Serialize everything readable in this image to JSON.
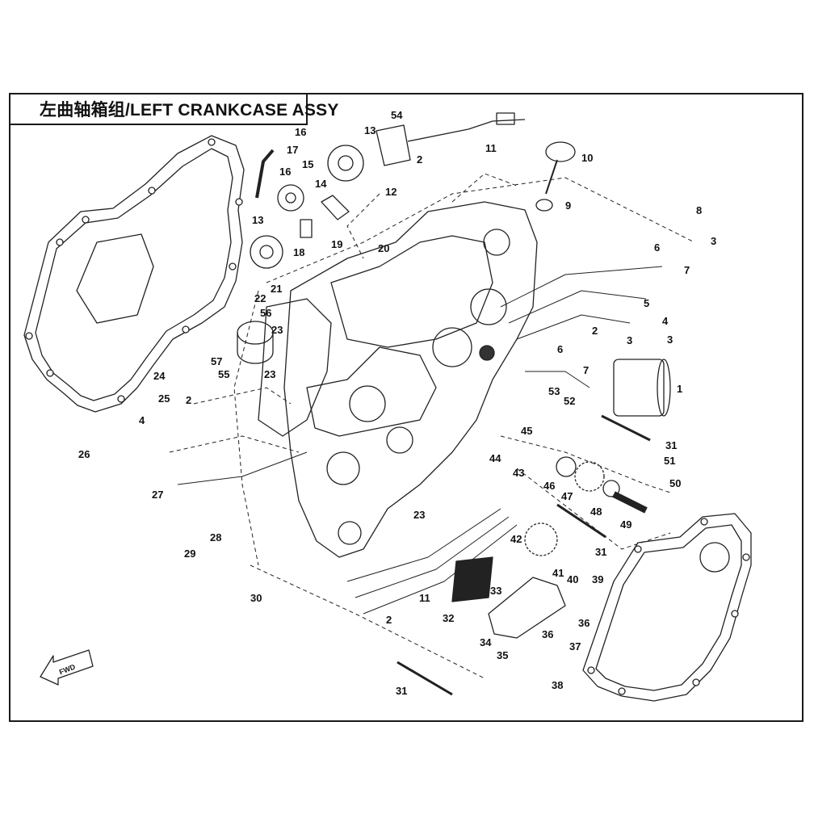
{
  "title": "左曲轴箱组/LEFT CRANKCASE ASSY",
  "direction_label": "FWD",
  "callouts": [
    {
      "id": "c1",
      "label": "1"
    },
    {
      "id": "c2a",
      "label": "2"
    },
    {
      "id": "c2b",
      "label": "2"
    },
    {
      "id": "c2c",
      "label": "2"
    },
    {
      "id": "c2d",
      "label": "2"
    },
    {
      "id": "c3a",
      "label": "3"
    },
    {
      "id": "c3b",
      "label": "3"
    },
    {
      "id": "c3c",
      "label": "3"
    },
    {
      "id": "c4a",
      "label": "4"
    },
    {
      "id": "c4b",
      "label": "4"
    },
    {
      "id": "c5",
      "label": "5"
    },
    {
      "id": "c6a",
      "label": "6"
    },
    {
      "id": "c6b",
      "label": "6"
    },
    {
      "id": "c7a",
      "label": "7"
    },
    {
      "id": "c7b",
      "label": "7"
    },
    {
      "id": "c8",
      "label": "8"
    },
    {
      "id": "c9",
      "label": "9"
    },
    {
      "id": "c10",
      "label": "10"
    },
    {
      "id": "c11a",
      "label": "11"
    },
    {
      "id": "c11b",
      "label": "11"
    },
    {
      "id": "c12",
      "label": "12"
    },
    {
      "id": "c13a",
      "label": "13"
    },
    {
      "id": "c13b",
      "label": "13"
    },
    {
      "id": "c14",
      "label": "14"
    },
    {
      "id": "c15",
      "label": "15"
    },
    {
      "id": "c16a",
      "label": "16"
    },
    {
      "id": "c16b",
      "label": "16"
    },
    {
      "id": "c17",
      "label": "17"
    },
    {
      "id": "c18",
      "label": "18"
    },
    {
      "id": "c19",
      "label": "19"
    },
    {
      "id": "c20",
      "label": "20"
    },
    {
      "id": "c21",
      "label": "21"
    },
    {
      "id": "c22",
      "label": "22"
    },
    {
      "id": "c23a",
      "label": "23"
    },
    {
      "id": "c23b",
      "label": "23"
    },
    {
      "id": "c23c",
      "label": "23"
    },
    {
      "id": "c24",
      "label": "24"
    },
    {
      "id": "c25",
      "label": "25"
    },
    {
      "id": "c26",
      "label": "26"
    },
    {
      "id": "c27",
      "label": "27"
    },
    {
      "id": "c28",
      "label": "28"
    },
    {
      "id": "c29",
      "label": "29"
    },
    {
      "id": "c30",
      "label": "30"
    },
    {
      "id": "c31a",
      "label": "31"
    },
    {
      "id": "c31b",
      "label": "31"
    },
    {
      "id": "c31c",
      "label": "31"
    },
    {
      "id": "c32",
      "label": "32"
    },
    {
      "id": "c33",
      "label": "33"
    },
    {
      "id": "c34",
      "label": "34"
    },
    {
      "id": "c35",
      "label": "35"
    },
    {
      "id": "c36a",
      "label": "36"
    },
    {
      "id": "c36b",
      "label": "36"
    },
    {
      "id": "c37",
      "label": "37"
    },
    {
      "id": "c38",
      "label": "38"
    },
    {
      "id": "c39",
      "label": "39"
    },
    {
      "id": "c40",
      "label": "40"
    },
    {
      "id": "c41",
      "label": "41"
    },
    {
      "id": "c42",
      "label": "42"
    },
    {
      "id": "c43",
      "label": "43"
    },
    {
      "id": "c44",
      "label": "44"
    },
    {
      "id": "c45",
      "label": "45"
    },
    {
      "id": "c46",
      "label": "46"
    },
    {
      "id": "c47",
      "label": "47"
    },
    {
      "id": "c48",
      "label": "48"
    },
    {
      "id": "c49",
      "label": "49"
    },
    {
      "id": "c50",
      "label": "50"
    },
    {
      "id": "c51",
      "label": "51"
    },
    {
      "id": "c52",
      "label": "52"
    },
    {
      "id": "c53",
      "label": "53"
    },
    {
      "id": "c54",
      "label": "54"
    },
    {
      "id": "c55",
      "label": "55"
    },
    {
      "id": "c56",
      "label": "56"
    },
    {
      "id": "c57",
      "label": "57"
    }
  ]
}
